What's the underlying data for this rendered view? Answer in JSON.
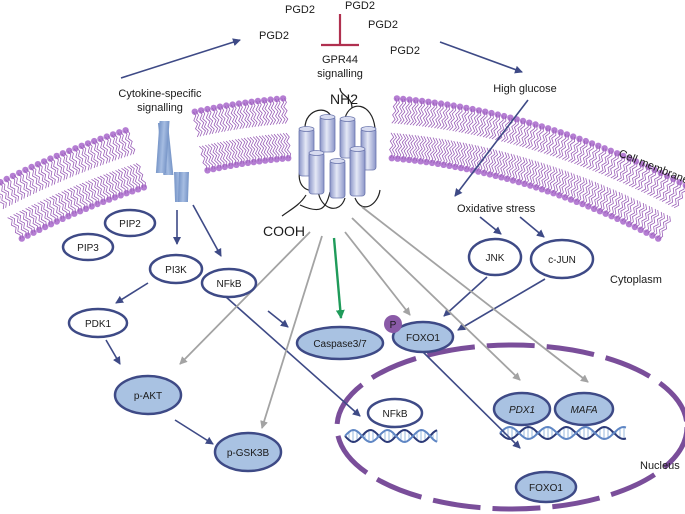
{
  "labels": {
    "pgd2_1": "PGD2",
    "pgd2_2": "PGD2",
    "pgd2_3": "PGD2",
    "pgd2_4": "PGD2",
    "pgd2_5": "PGD2",
    "gpr44_line1": "GPR44",
    "gpr44_line2": "signalling",
    "cytokine_line1": "Cytokine-specific",
    "cytokine_line2": "signalling",
    "high_glucose": "High glucose",
    "nh2": "NH2",
    "cooh": "COOH",
    "cell_membrane": "Cell membrane",
    "oxidative_stress": "Oxidative stress",
    "cytoplasm": "Cytoplasm",
    "nucleus": "Nucleus",
    "phospho": "P"
  },
  "nodes": {
    "pip2": "PIP2",
    "pip3": "PIP3",
    "pi3k": "PI3K",
    "nfkb": "NFkB",
    "pdk1": "PDK1",
    "jnk": "JNK",
    "cjun": "c-JUN",
    "caspase": "Caspase3/7",
    "foxo1": "FOXO1",
    "pakt": "p-AKT",
    "pgsk3b": "p-GSK3B",
    "nfkb_nuc": "NFkB",
    "pdx1": "PDX1",
    "mafa": "MAFA",
    "foxo1_nuc": "FOXO1"
  },
  "colors": {
    "arrow_blue": "#3e4a86",
    "arrow_gray": "#a3a3a3",
    "arrow_green": "#1f9b5a",
    "inhibit_red": "#b0304f",
    "membrane_purple": "#b57ed3",
    "nucleus_purple": "#7a4e9a",
    "node_border": "#3e4a86",
    "node_fill_blue": "#a9c2e2",
    "receptor_blue": "#8da7d4"
  }
}
